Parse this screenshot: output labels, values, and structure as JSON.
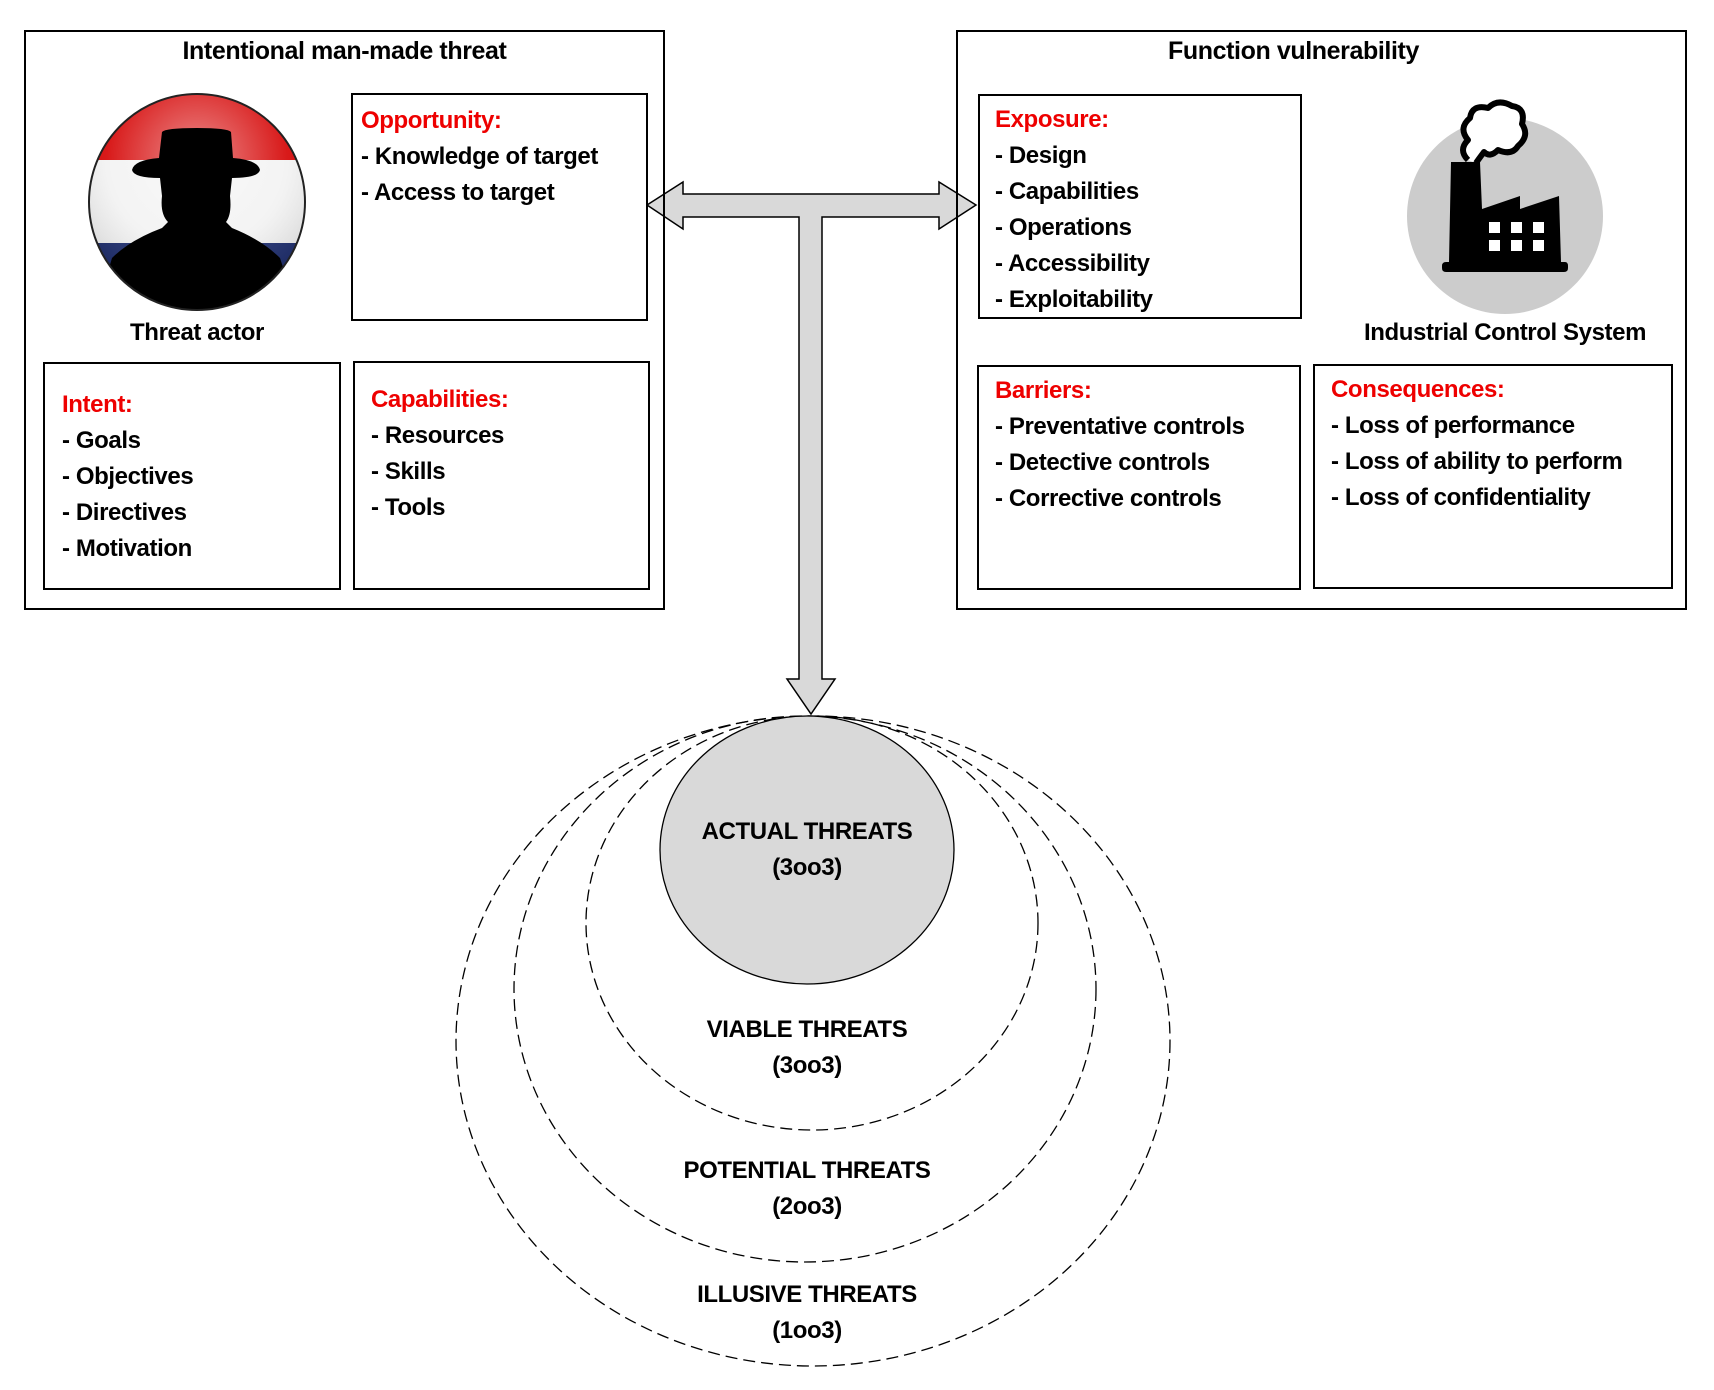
{
  "left_panel": {
    "title": "Intentional man-made threat",
    "icon_caption": "Threat actor",
    "opportunity": {
      "heading": "Opportunity:",
      "items": [
        "Knowledge of target",
        "Access to target"
      ]
    },
    "intent": {
      "heading": "Intent:",
      "items": [
        "Goals",
        "Objectives",
        "Directives",
        "Motivation"
      ]
    },
    "capabilities": {
      "heading": "Capabilities:",
      "items": [
        "Resources",
        "Skills",
        "Tools"
      ]
    }
  },
  "right_panel": {
    "title": "Function vulnerability",
    "icon_caption": "Industrial Control System",
    "exposure": {
      "heading": "Exposure:",
      "items": [
        "Design",
        "Capabilities",
        "Operations",
        "Accessibility",
        "Exploitability"
      ]
    },
    "barriers": {
      "heading": "Barriers:",
      "items": [
        "Preventative controls",
        "Detective controls",
        "Corrective controls"
      ]
    },
    "consequences": {
      "heading": "Consequences:",
      "items": [
        "Loss of performance",
        "Loss of ability to perform",
        "Loss of confidentiality"
      ]
    }
  },
  "threat_levels": [
    {
      "name": "ACTUAL THREATS",
      "ratio": "(3oo3)"
    },
    {
      "name": "VIABLE THREATS",
      "ratio": "(3oo3)"
    },
    {
      "name": "POTENTIAL THREATS",
      "ratio": "(2oo3)"
    },
    {
      "name": "ILLUSIVE THREATS",
      "ratio": "(1oo3)"
    }
  ],
  "colors": {
    "heading": "#ee0000",
    "arrow_fill": "#d9d9d9",
    "actual_circle_fill": "#d9d9d9",
    "icon_circle_fill": "#cccccc",
    "flag_red": "#d40000",
    "flag_white": "#f2f2f2",
    "flag_blue": "#1a2a6c"
  }
}
